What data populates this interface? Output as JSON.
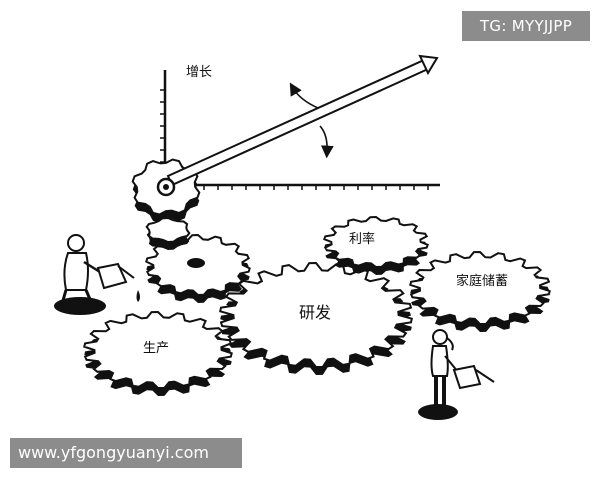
{
  "watermarks": {
    "top_right": "TG: MYYJJPP",
    "bottom_left": "www.yfgongyuanyi.com"
  },
  "axis": {
    "y_label": "增长"
  },
  "gears": {
    "interest_rate": "利率",
    "household_savings": "家庭储蓄",
    "research": "研发",
    "production": "生产"
  },
  "colors": {
    "ink": "#111111",
    "paper": "#ffffff",
    "watermark_bg": "#8c8c8c"
  },
  "icons": [
    "arrow-icon",
    "gear-icon",
    "worker-figure-icon",
    "watering-can-icon"
  ]
}
